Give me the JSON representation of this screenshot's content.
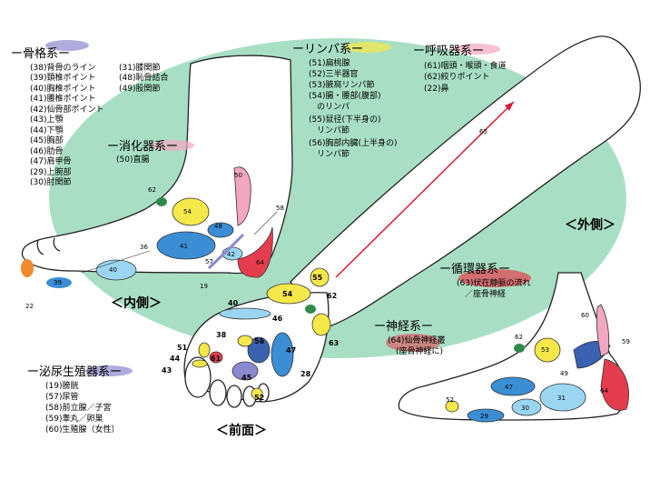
{
  "views": {
    "inner": "＜内側＞",
    "outer": "＜外側＞",
    "front": "＜前面＞"
  },
  "colors": {
    "background_oval": "#a8dfc4",
    "skin_fill": "#ffffff",
    "skin_outline": "#222222",
    "blue": "#3b8ed4",
    "dark_blue": "#3a62b0",
    "light_blue": "#9ad6f2",
    "yellow": "#f6e84a",
    "red": "#e43d4d",
    "pink": "#f3a6c2",
    "green": "#2f8a4a",
    "purple": "#8a89cf",
    "orange": "#f08a2c",
    "arrow": "#d81a34"
  },
  "legend": {
    "skeletal": {
      "title": "ー骨格系ー",
      "items_col1": [
        "(38)背骨のライン",
        "(39)頚椎ポイント",
        "(40)胸椎ポイント",
        "(41)腰椎ポイント",
        "(42)仙骨部ポイント",
        "(43)上顎",
        "(44)下顎",
        "(45)胸部",
        "(46)肋骨",
        "(47)肩甲骨",
        "(29)上腕部",
        "(30)肘関節"
      ],
      "items_col2": [
        "(31)膝関節",
        "(48)恥骨結合",
        "(49)股関節"
      ]
    },
    "digestive": {
      "title": "ー消化器系ー",
      "items": [
        "(50)直腸"
      ]
    },
    "lymph": {
      "title": "ーリンパ系ー",
      "items": [
        "(51)扁桃腺",
        "(52)三半器官",
        "(53)腋窩リンパ節",
        "(54)腸・腰部(腹部)",
        "　のリンパ",
        "(55)鼠径(下半身の)",
        "　リンパ節",
        "(56)胸部内臓(上半身の)",
        "　リンパ節"
      ]
    },
    "respiratory": {
      "title": "ー呼吸器系ー",
      "items": [
        "(61)咽頭・喉頭・食道",
        "(62)絞りポイント",
        "(22)鼻"
      ]
    },
    "urogenital": {
      "title": "ー泌尿生殖器系ー",
      "items": [
        "(19)膀胱",
        "(57)尿管",
        "(58)前立腺／子宮",
        "(59)睾丸／卵巣",
        "(60)生殖腺（女性）"
      ]
    },
    "circulatory": {
      "title": "ー循環器系ー",
      "items": [
        "(63)伏在静脈の流れ",
        "　／座骨神経"
      ]
    },
    "nervous": {
      "title": "ー神経系ー",
      "items": [
        "(64)仙骨神経叢",
        "　(座骨神経に)"
      ]
    }
  },
  "markers": {
    "n22": "22",
    "n19": "19",
    "n36": "36",
    "n39": "39",
    "n40": "40",
    "n41": "41",
    "n42": "42",
    "n48": "48",
    "n50": "50",
    "n54": "54",
    "n57": "57",
    "n58": "58",
    "n62": "62",
    "n64": "64",
    "n65": "65",
    "n55": "55",
    "n63": "63",
    "n56": "56",
    "n46": "46",
    "n47": "47",
    "n43": "43",
    "n44": "44",
    "n51": "51",
    "n38": "38",
    "n45": "45",
    "n61": "61",
    "n52": "52",
    "n31": "31",
    "n30": "30",
    "n29": "29",
    "n49": "49",
    "n53": "53",
    "n59": "59",
    "n60": "60",
    "n28": "28"
  }
}
